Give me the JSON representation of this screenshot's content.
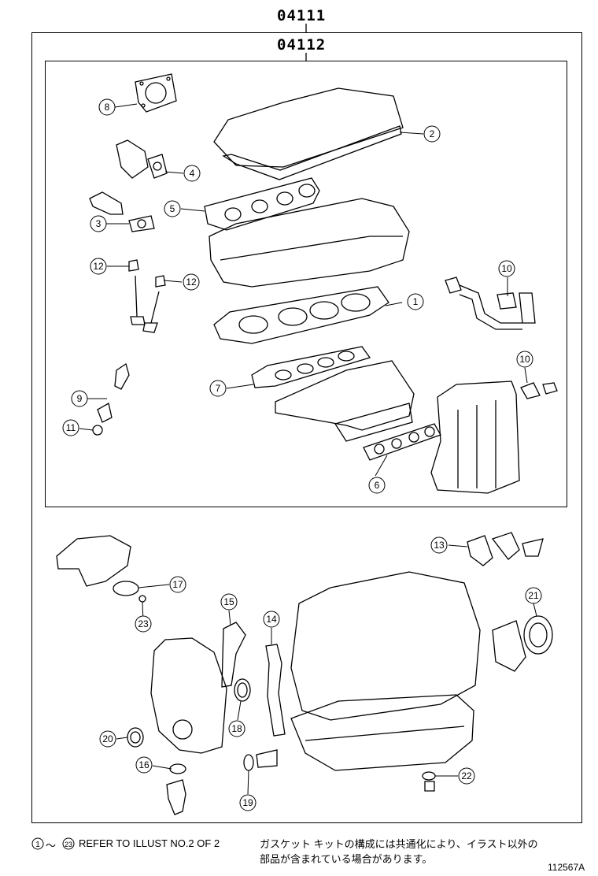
{
  "part_numbers": {
    "outer": "04111",
    "inner": "04112"
  },
  "callouts": [
    {
      "label": "1"
    },
    {
      "label": "2"
    },
    {
      "label": "3"
    },
    {
      "label": "4"
    },
    {
      "label": "5"
    },
    {
      "label": "6"
    },
    {
      "label": "7"
    },
    {
      "label": "8"
    },
    {
      "label": "9"
    },
    {
      "label": "10"
    },
    {
      "label": "10"
    },
    {
      "label": "11"
    },
    {
      "label": "12"
    },
    {
      "label": "12"
    },
    {
      "label": "13"
    },
    {
      "label": "14"
    },
    {
      "label": "15"
    },
    {
      "label": "16"
    },
    {
      "label": "17"
    },
    {
      "label": "18"
    },
    {
      "label": "19"
    },
    {
      "label": "20"
    },
    {
      "label": "21"
    },
    {
      "label": "22"
    },
    {
      "label": "23"
    }
  ],
  "footer": {
    "range_start": "1",
    "range_sep": "～",
    "range_end": "23",
    "note_en": "REFER TO ILLUST NO.2 OF 2",
    "note_jp_line1": "ガスケット キットの構成には共通化により、イラスト以外の",
    "note_jp_line2": "部品が含まれている場合があります。"
  },
  "illustration_id": "112567A"
}
